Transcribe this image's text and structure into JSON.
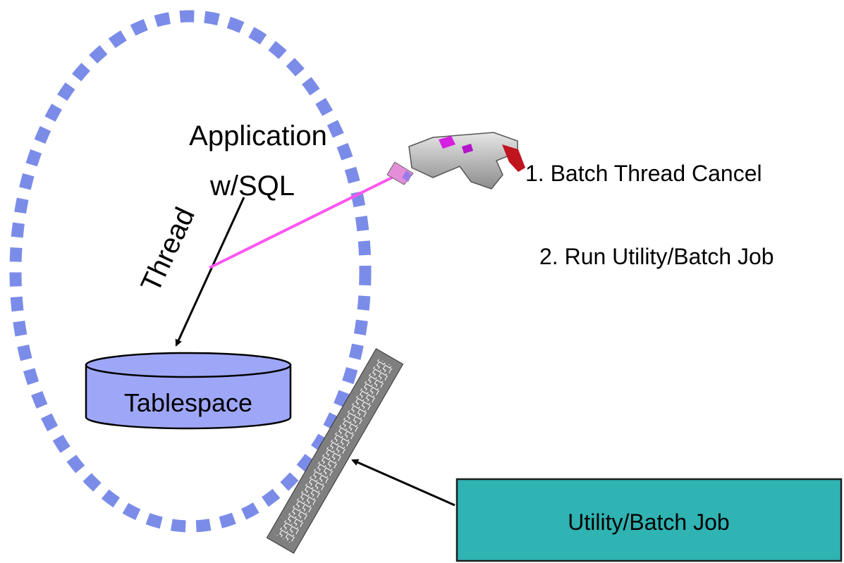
{
  "labels": {
    "application": "Application",
    "sql": "w/SQL",
    "thread": "Thread",
    "tablespace": "Tablespace",
    "step1": "1. Batch Thread Cancel",
    "step2": "2. Run Utility/Batch Job",
    "utility_box": "Utility/Batch Job"
  },
  "colors": {
    "boundary_dash": "#7b8ce8",
    "tablespace_fill": "#9ea7f7",
    "laser_beam": "#ff55f0",
    "utility_box_fill": "#2fb3b3",
    "wall_fill": "#7f7f7f",
    "gun_body": "#b3b3b3",
    "gun_trigger": "#c0141e",
    "gun_accent": "#d61ee0"
  },
  "icons": {
    "blaster": "ray-gun-icon",
    "wall": "firewall-wall-icon"
  }
}
